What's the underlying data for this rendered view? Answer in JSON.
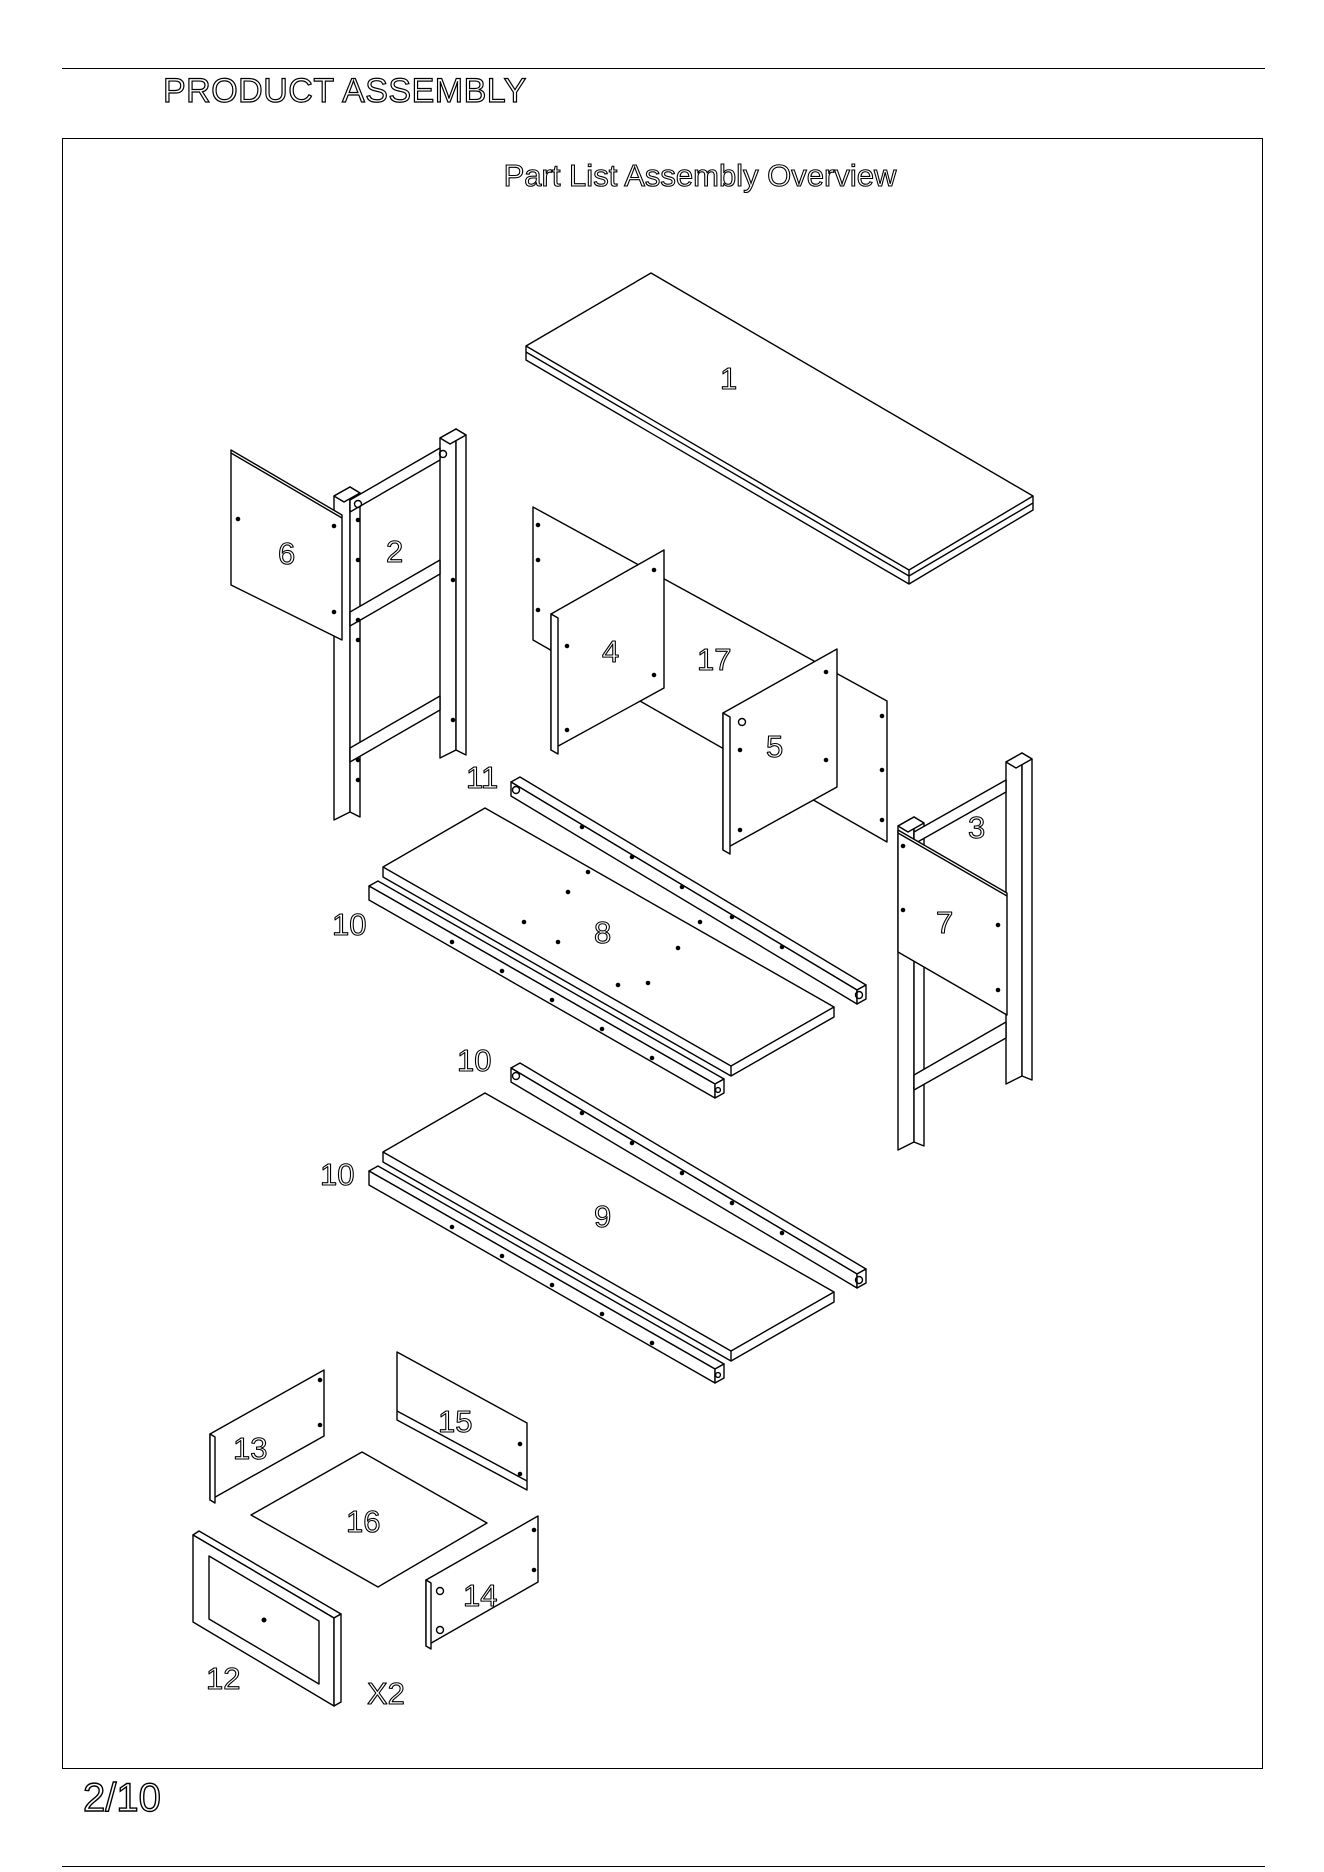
{
  "header": {
    "title": "PRODUCT ASSEMBLY"
  },
  "diagram": {
    "title": "Part List Assembly Overview",
    "labels": {
      "p1": "1",
      "p2": "2",
      "p3": "3",
      "p4": "4",
      "p5": "5",
      "p6": "6",
      "p7": "7",
      "p8": "8",
      "p9": "9",
      "p10a": "10",
      "p10b": "10",
      "p10c": "10",
      "p11": "11",
      "p12": "12",
      "p13": "13",
      "p14": "14",
      "p15": "15",
      "p16": "16",
      "p17": "17",
      "qty": "X2"
    }
  },
  "footer": {
    "page": "2/10"
  }
}
